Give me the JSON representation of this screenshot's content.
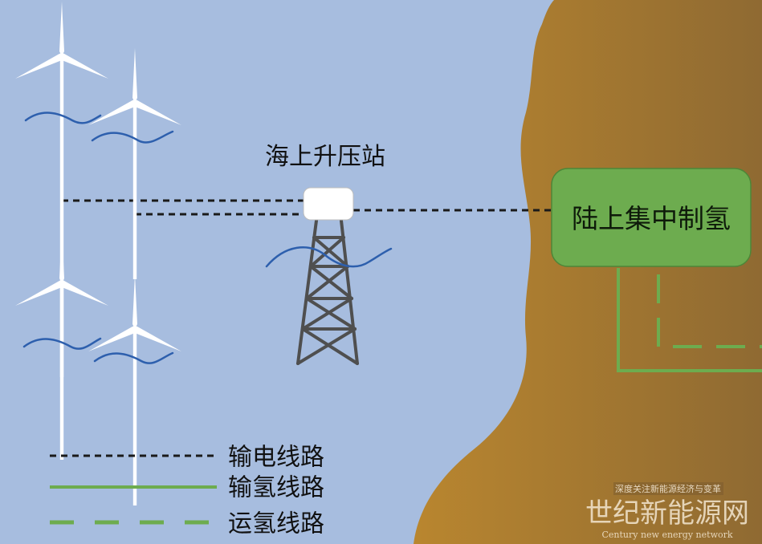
{
  "diagram": {
    "station_label": "海上升压站",
    "onshore_label": "陆上集中制氢",
    "legend": [
      {
        "label": "输电线路",
        "style": "dotted",
        "color": "#1a1a1a"
      },
      {
        "label": "输氢线路",
        "style": "solid",
        "color": "#6dac4f"
      },
      {
        "label": "运氢线路",
        "style": "dashed",
        "color": "#6dac4f"
      }
    ]
  },
  "watermark": {
    "tagline": "深度关注新能源经济与变革",
    "title": "世纪新能源网",
    "subtitle": "Century new energy network"
  },
  "colors": {
    "sea": "#a7bddf",
    "land": "#a7772d",
    "onshore_box": "#6dac4f",
    "wave": "#2d5fad",
    "tower": "#4f4f4f"
  }
}
